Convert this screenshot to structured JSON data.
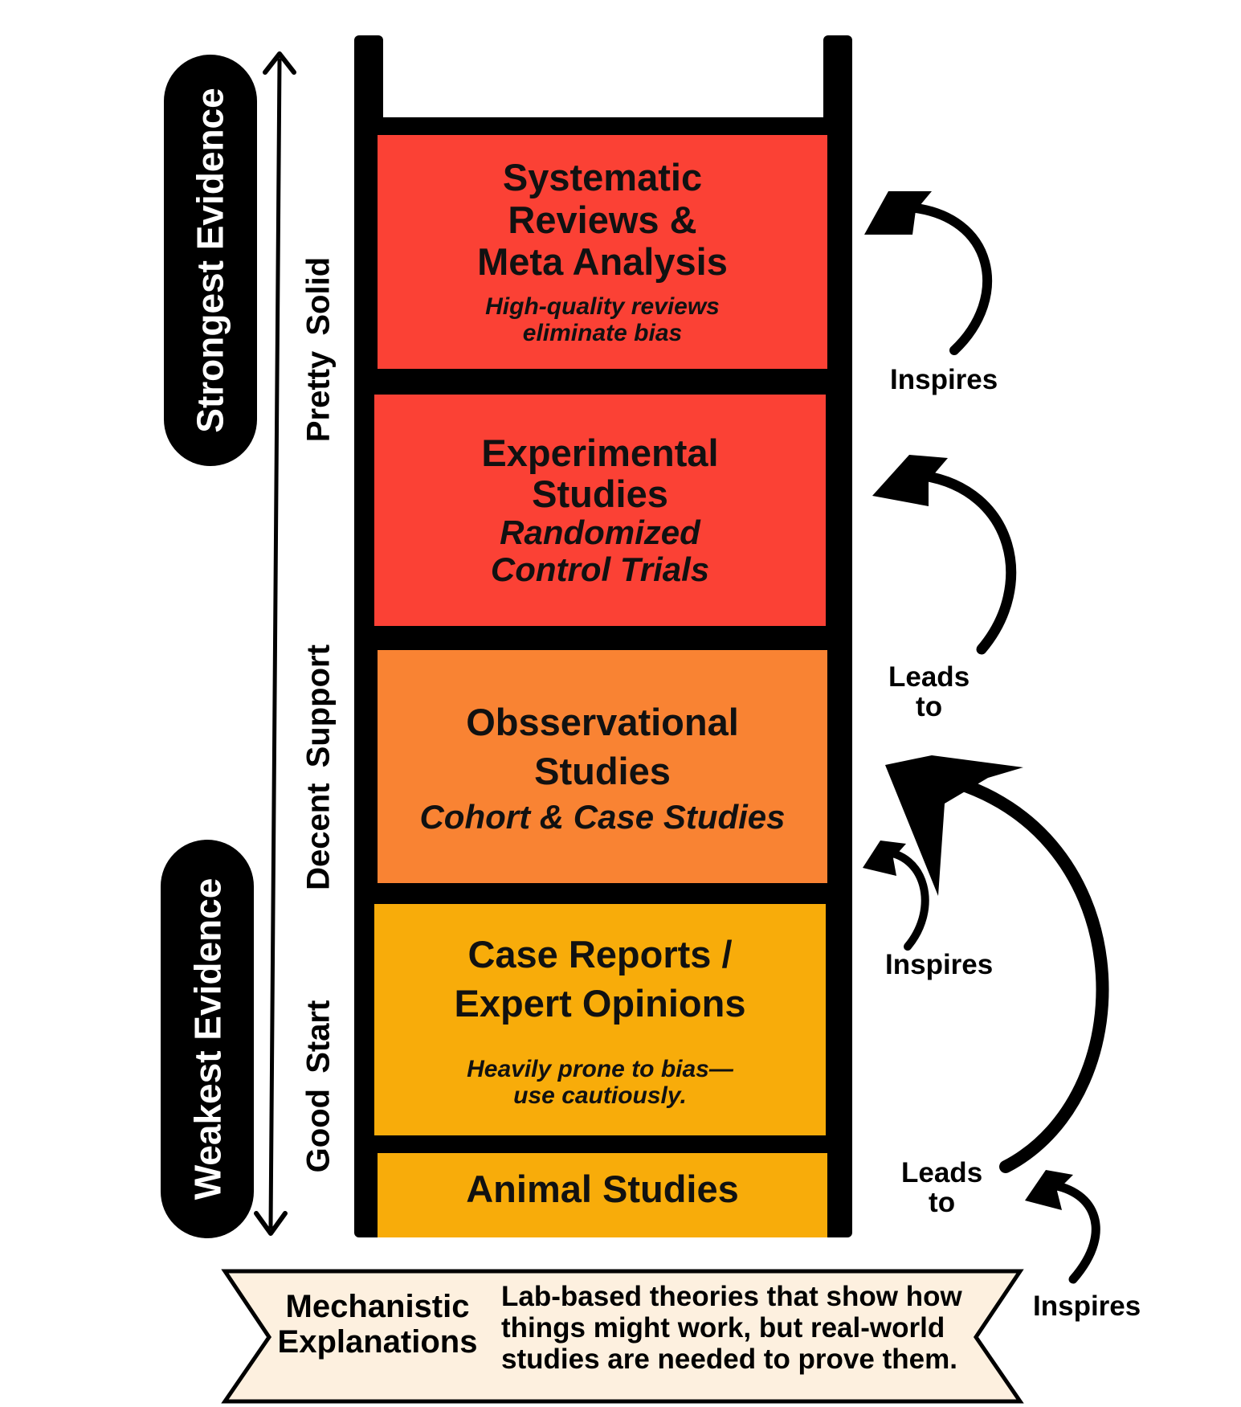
{
  "pills": {
    "strongest": "Strongest Evidence",
    "weakest": "Weakest Evidence"
  },
  "side_labels": {
    "pretty_solid": "Pretty Solid",
    "decent_support": "Decent Support",
    "good_start": "Good Start"
  },
  "levels": {
    "systematic": {
      "title": "Systematic\nReviews &\nMeta Analysis",
      "subtitle": "High-quality reviews\neliminate bias"
    },
    "experimental": {
      "title": "Experimental\nStudies",
      "subtitle": "Randomized\nControl Trials"
    },
    "observational": {
      "title": "Obsservational\nStudies",
      "subtitle": "Cohort & Case Studies"
    },
    "case_reports": {
      "title": "Case Reports /\nExpert Opinions",
      "subtitle": "Heavily prone to bias—\nuse cautiously."
    },
    "animal": {
      "title": "Animal Studies"
    }
  },
  "arrows": {
    "inspires_1": "Inspires",
    "leads_to_1": "Leads\nto",
    "inspires_2": "Inspires",
    "leads_to_2": "Leads\nto",
    "inspires_3": "Inspires"
  },
  "banner": {
    "title": "Mechanistic\nExplanations",
    "description": "Lab-based theories that show how\nthings might work, but real-world\nstudies are needed to prove them."
  },
  "colors": {
    "red": "#fb4135",
    "orange": "#f98333",
    "amber": "#f8ac0a",
    "banner_fill": "#fdf0df",
    "black": "#000000"
  }
}
